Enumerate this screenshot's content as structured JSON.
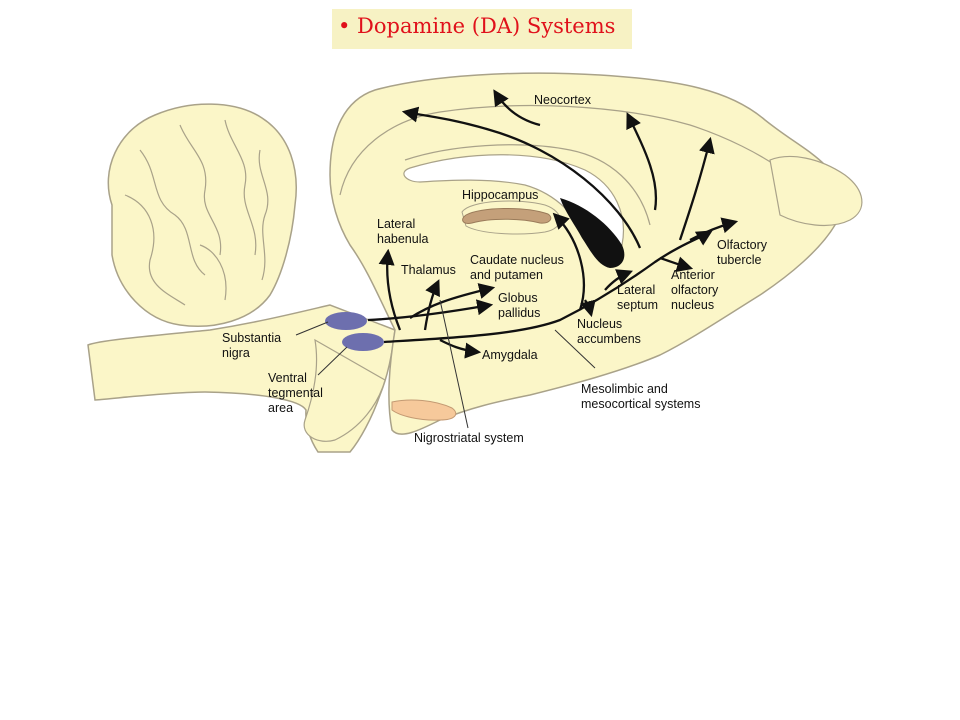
{
  "title": "• Dopamine  (DA) Systems",
  "colors": {
    "title": "#e0111b",
    "brain": "#fbf6c8",
    "nuclei": "#6d6fae",
    "hippocampus": "#c4a07a"
  },
  "labels": {
    "neocortex": "Neocortex",
    "hippocampus": "Hippocampus",
    "lateral_habenula": [
      "Lateral",
      "habenula"
    ],
    "thalamus": "Thalamus",
    "caudate": [
      "Caudate nucleus",
      "and putamen"
    ],
    "globus": [
      "Globus",
      "pallidus"
    ],
    "olfactory_tubercle": [
      "Olfactory",
      "tubercle"
    ],
    "anterior_olfactory": [
      "Anterior",
      "olfactory",
      "nucleus"
    ],
    "lateral_septum": [
      "Lateral",
      "septum"
    ],
    "nucleus_accumbens": [
      "Nucleus",
      "accumbens"
    ],
    "amygdala": "Amygdala",
    "substantia_nigra": [
      "Substantia",
      "nigra"
    ],
    "vta": [
      "Ventral",
      "tegmental",
      "area"
    ],
    "mesolimbic": [
      "Mesolimbic and",
      "mesocortical systems"
    ],
    "nigrostriatal": "Nigrostriatal system"
  }
}
